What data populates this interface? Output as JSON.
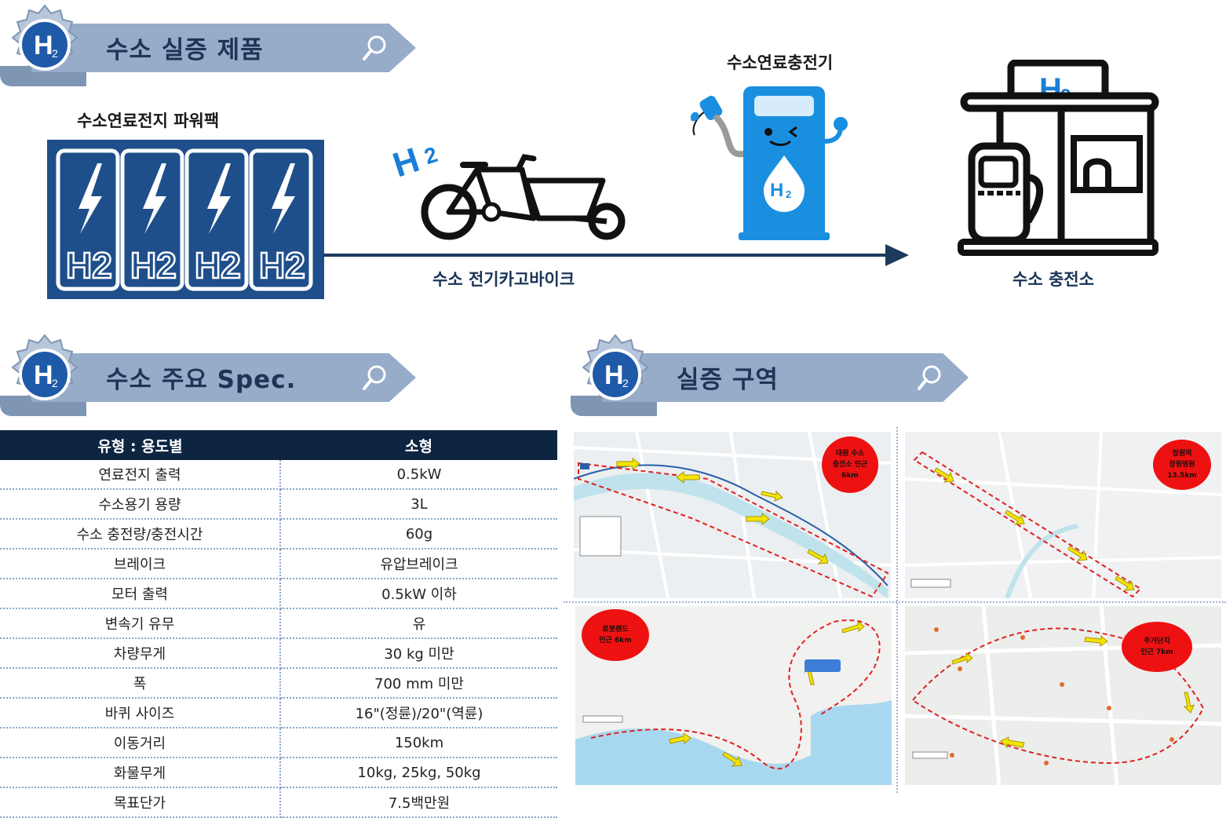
{
  "sections": {
    "product_title": "수소 실증 제품",
    "spec_title": "수소 주요 Spec.",
    "zone_title": "실증 구역"
  },
  "products": {
    "powerpack_label": "수소연료전지 파워팩",
    "bike_label": "수소 전기카고바이크",
    "charger_label": "수소연료충전기",
    "station_label": "수소 충전소",
    "h2_text": "H2"
  },
  "spec_table": {
    "headers": [
      "유형 : 용도별",
      "소형"
    ],
    "rows": [
      [
        "연료전지 출력",
        "0.5kW"
      ],
      [
        "수소용기 용량",
        "3L"
      ],
      [
        "수소 충전량/충전시간",
        "60g"
      ],
      [
        "브레이크",
        "유압브레이크"
      ],
      [
        "모터 출력",
        "0.5kW 이하"
      ],
      [
        "변속기 유무",
        "유"
      ],
      [
        "차량무게",
        "30 kg 미만"
      ],
      [
        "폭",
        "700 mm 미만"
      ],
      [
        "바퀴 사이즈",
        "16\"(정륜)/20\"(역륜)"
      ],
      [
        "이동거리",
        "150km"
      ],
      [
        "화물무게",
        "10kg, 25kg, 50kg"
      ],
      [
        "목표단가",
        "7.5백만원"
      ]
    ]
  },
  "maps": {
    "m1": {
      "badge": [
        "대원 수소",
        "충전소 인근",
        "6km"
      ]
    },
    "m2": {
      "badge": [
        "창원역",
        "창원병원",
        "13.5km"
      ]
    },
    "m3": {
      "badge": [
        "로봇랜드",
        "인근 6km"
      ]
    },
    "m4": {
      "badge": [
        "주거단지",
        "인근 7km"
      ]
    }
  },
  "colors": {
    "navy": "#0d2540",
    "banner": "#97acc9",
    "powerpack_bg": "#1f4f8a",
    "charger_blue": "#1a8fe0",
    "route_red": "#e02020",
    "arrow_yellow": "#f4e400"
  }
}
